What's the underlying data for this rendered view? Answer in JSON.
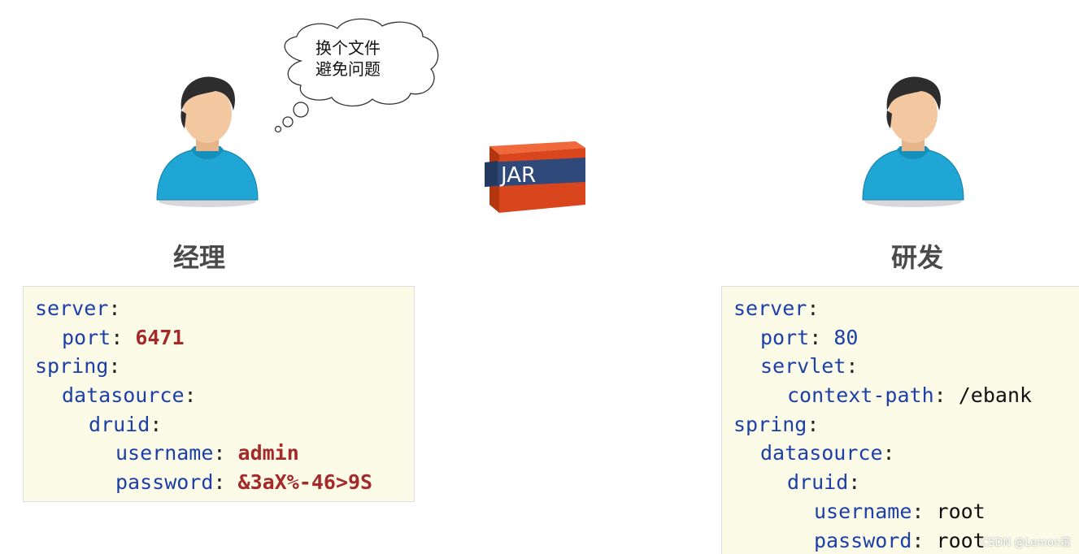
{
  "thought_bubble": {
    "line1": "换个文件",
    "line2": "避免问题"
  },
  "jar_label": "JAR",
  "left": {
    "role": "经理",
    "code": [
      {
        "key": "server",
        "sep": ":",
        "value": ""
      },
      {
        "key": "port",
        "sep": ": ",
        "value": "6471"
      },
      {
        "key": "spring",
        "sep": ":",
        "value": ""
      },
      {
        "key": "datasource",
        "sep": ":",
        "value": ""
      },
      {
        "key": "druid",
        "sep": ":",
        "value": ""
      },
      {
        "key": "username",
        "sep": ": ",
        "value": "admin"
      },
      {
        "key": "password",
        "sep": ": ",
        "value": "&3aX%-46>9S"
      }
    ]
  },
  "right": {
    "role": "研发",
    "code": [
      {
        "key": "server",
        "sep": ":",
        "value": ""
      },
      {
        "key": "port",
        "sep": ": ",
        "value": "80"
      },
      {
        "key": "servlet",
        "sep": ":",
        "value": ""
      },
      {
        "key": "context-path",
        "sep": ": ",
        "value": "/ebank"
      },
      {
        "key": "spring",
        "sep": ":",
        "value": ""
      },
      {
        "key": "datasource",
        "sep": ":",
        "value": ""
      },
      {
        "key": "druid",
        "sep": ":",
        "value": ""
      },
      {
        "key": "username",
        "sep": ": ",
        "value": "root"
      },
      {
        "key": "password",
        "sep": ": ",
        "value": "root"
      }
    ]
  },
  "watermark": "CSDN @Lemon蛮",
  "colors": {
    "key": "#1d3fa8",
    "highlight_value": "#a42a2a",
    "code_bg": "#fbfbe8",
    "shirt": "#1fa6d4",
    "jar_red": "#d9461e",
    "jar_band": "#2f4a7a"
  },
  "icons": [
    "person-manager-icon",
    "person-developer-icon",
    "jar-icon",
    "thought-cloud-icon"
  ]
}
